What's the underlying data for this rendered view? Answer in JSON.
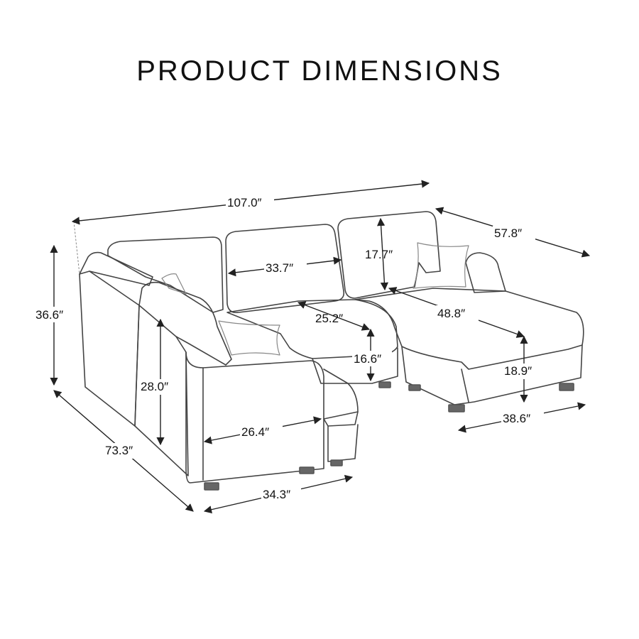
{
  "title": "PRODUCT DIMENSIONS",
  "dimensions": {
    "overall_width": "107.0″",
    "chaise_depth": "57.8″",
    "overall_height": "36.6″",
    "back_cushion_width": "33.7″",
    "back_cushion_height": "17.7″",
    "seat_depth": "25.2″",
    "chaise_length": "48.8″",
    "seat_height": "16.6″",
    "chaise_seat_height": "18.9″",
    "side_height": "28.0″",
    "side_seat_width": "26.4″",
    "side_depth": "73.3″",
    "side_width": "34.3″",
    "chaise_width": "38.6″"
  },
  "colors": {
    "line": "#444444",
    "text": "#111111",
    "background": "#ffffff"
  }
}
